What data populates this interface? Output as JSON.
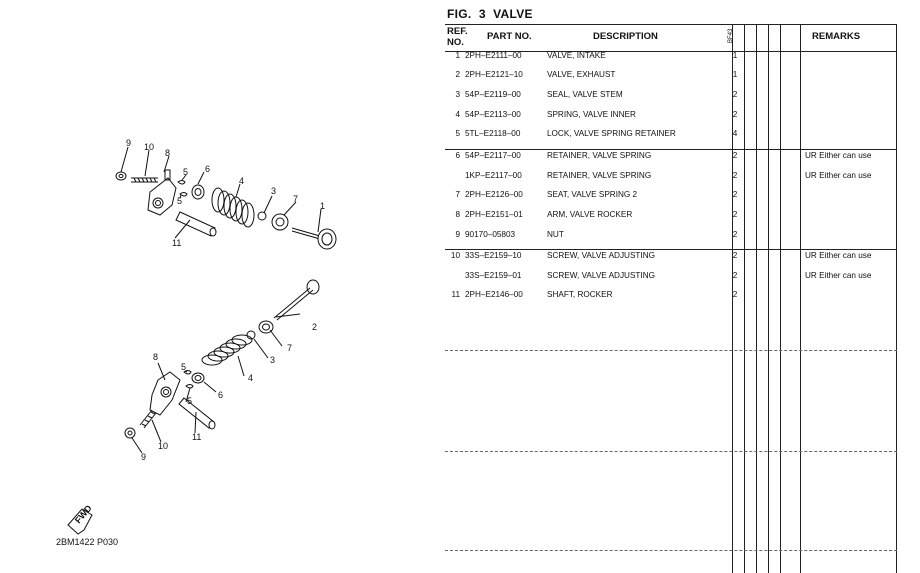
{
  "figure": {
    "label": "FIG.",
    "number": "3",
    "name": "VALVE"
  },
  "diagram": {
    "code": "2BM1422 P030",
    "fwd_label": "FWD",
    "callouts_upper": [
      "9",
      "10",
      "8",
      "5",
      "6",
      "4",
      "3",
      "1",
      "5",
      "11"
    ],
    "callouts_lower": [
      "2",
      "7",
      "3",
      "4",
      "8",
      "5",
      "6",
      "5",
      "10",
      "11",
      "9"
    ]
  },
  "table": {
    "headers": {
      "ref": "REF.",
      "no": "NO.",
      "part_no": "PART NO.",
      "description": "DESCRIPTION",
      "model": "BF43",
      "remarks": "REMARKS"
    },
    "rows": [
      {
        "ref": "1",
        "part_no": "2PH–E2111–00",
        "description": "VALVE, INTAKE",
        "qty": "1",
        "remarks": ""
      },
      {
        "ref": "2",
        "part_no": "2PH–E2121–10",
        "description": "VALVE, EXHAUST",
        "qty": "1",
        "remarks": ""
      },
      {
        "ref": "3",
        "part_no": "54P–E2119–00",
        "description": "SEAL, VALVE STEM",
        "qty": "2",
        "remarks": ""
      },
      {
        "ref": "4",
        "part_no": "54P–E2113–00",
        "description": "SPRING, VALVE INNER",
        "qty": "2",
        "remarks": ""
      },
      {
        "ref": "5",
        "part_no": "5TL–E2118–00",
        "description": "LOCK, VALVE SPRING RETAINER",
        "qty": "4",
        "remarks": ""
      },
      {
        "ref": "6",
        "part_no": "54P–E2117–00",
        "description": "RETAINER, VALVE SPRING",
        "qty": "2",
        "remarks": "UR Either can use"
      },
      {
        "ref": "",
        "part_no": "1KP–E2117–00",
        "description": "RETAINER, VALVE SPRING",
        "qty": "2",
        "remarks": "UR Either can use"
      },
      {
        "ref": "7",
        "part_no": "2PH–E2126–00",
        "description": "SEAT, VALVE SPRING 2",
        "qty": "2",
        "remarks": ""
      },
      {
        "ref": "8",
        "part_no": "2PH–E2151–01",
        "description": "ARM, VALVE ROCKER",
        "qty": "2",
        "remarks": ""
      },
      {
        "ref": "9",
        "part_no": "90170–05803",
        "description": "NUT",
        "qty": "2",
        "remarks": ""
      },
      {
        "ref": "10",
        "part_no": "33S–E2159–10",
        "description": "SCREW, VALVE ADJUSTING",
        "qty": "2",
        "remarks": "UR Either can use"
      },
      {
        "ref": "",
        "part_no": "33S–E2159–01",
        "description": "SCREW, VALVE ADJUSTING",
        "qty": "2",
        "remarks": "UR Either can use"
      },
      {
        "ref": "11",
        "part_no": "2PH–E2146–00",
        "description": "SHAFT, ROCKER",
        "qty": "2",
        "remarks": ""
      }
    ]
  }
}
